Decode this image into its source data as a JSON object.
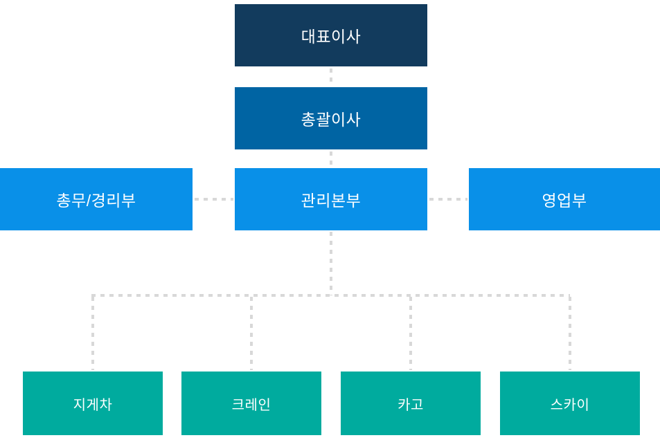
{
  "org_chart": {
    "type": "org-chart",
    "colors": {
      "level1": "#123b5d",
      "level2": "#0064a3",
      "level3": "#0990e8",
      "level4": "#00ab9e",
      "connector": "#d8d8d8",
      "node_text": "#ffffff",
      "background": "#ffffff"
    },
    "nodes": [
      {
        "id": "ceo",
        "label": "대표이사",
        "level": 1,
        "parent": null
      },
      {
        "id": "managing-director",
        "label": "총괄이사",
        "level": 2,
        "parent": "ceo"
      },
      {
        "id": "general-affairs-accounting",
        "label": "총무/경리부",
        "level": 3,
        "parent": "managing-director"
      },
      {
        "id": "management-hq",
        "label": "관리본부",
        "level": 3,
        "parent": "managing-director"
      },
      {
        "id": "sales",
        "label": "영업부",
        "level": 3,
        "parent": "managing-director"
      },
      {
        "id": "forklift",
        "label": "지게차",
        "level": 4,
        "parent": "management-hq"
      },
      {
        "id": "crane",
        "label": "크레인",
        "level": 4,
        "parent": "management-hq"
      },
      {
        "id": "cargo",
        "label": "카고",
        "level": 4,
        "parent": "management-hq"
      },
      {
        "id": "sky",
        "label": "스카이",
        "level": 4,
        "parent": "management-hq"
      }
    ]
  }
}
